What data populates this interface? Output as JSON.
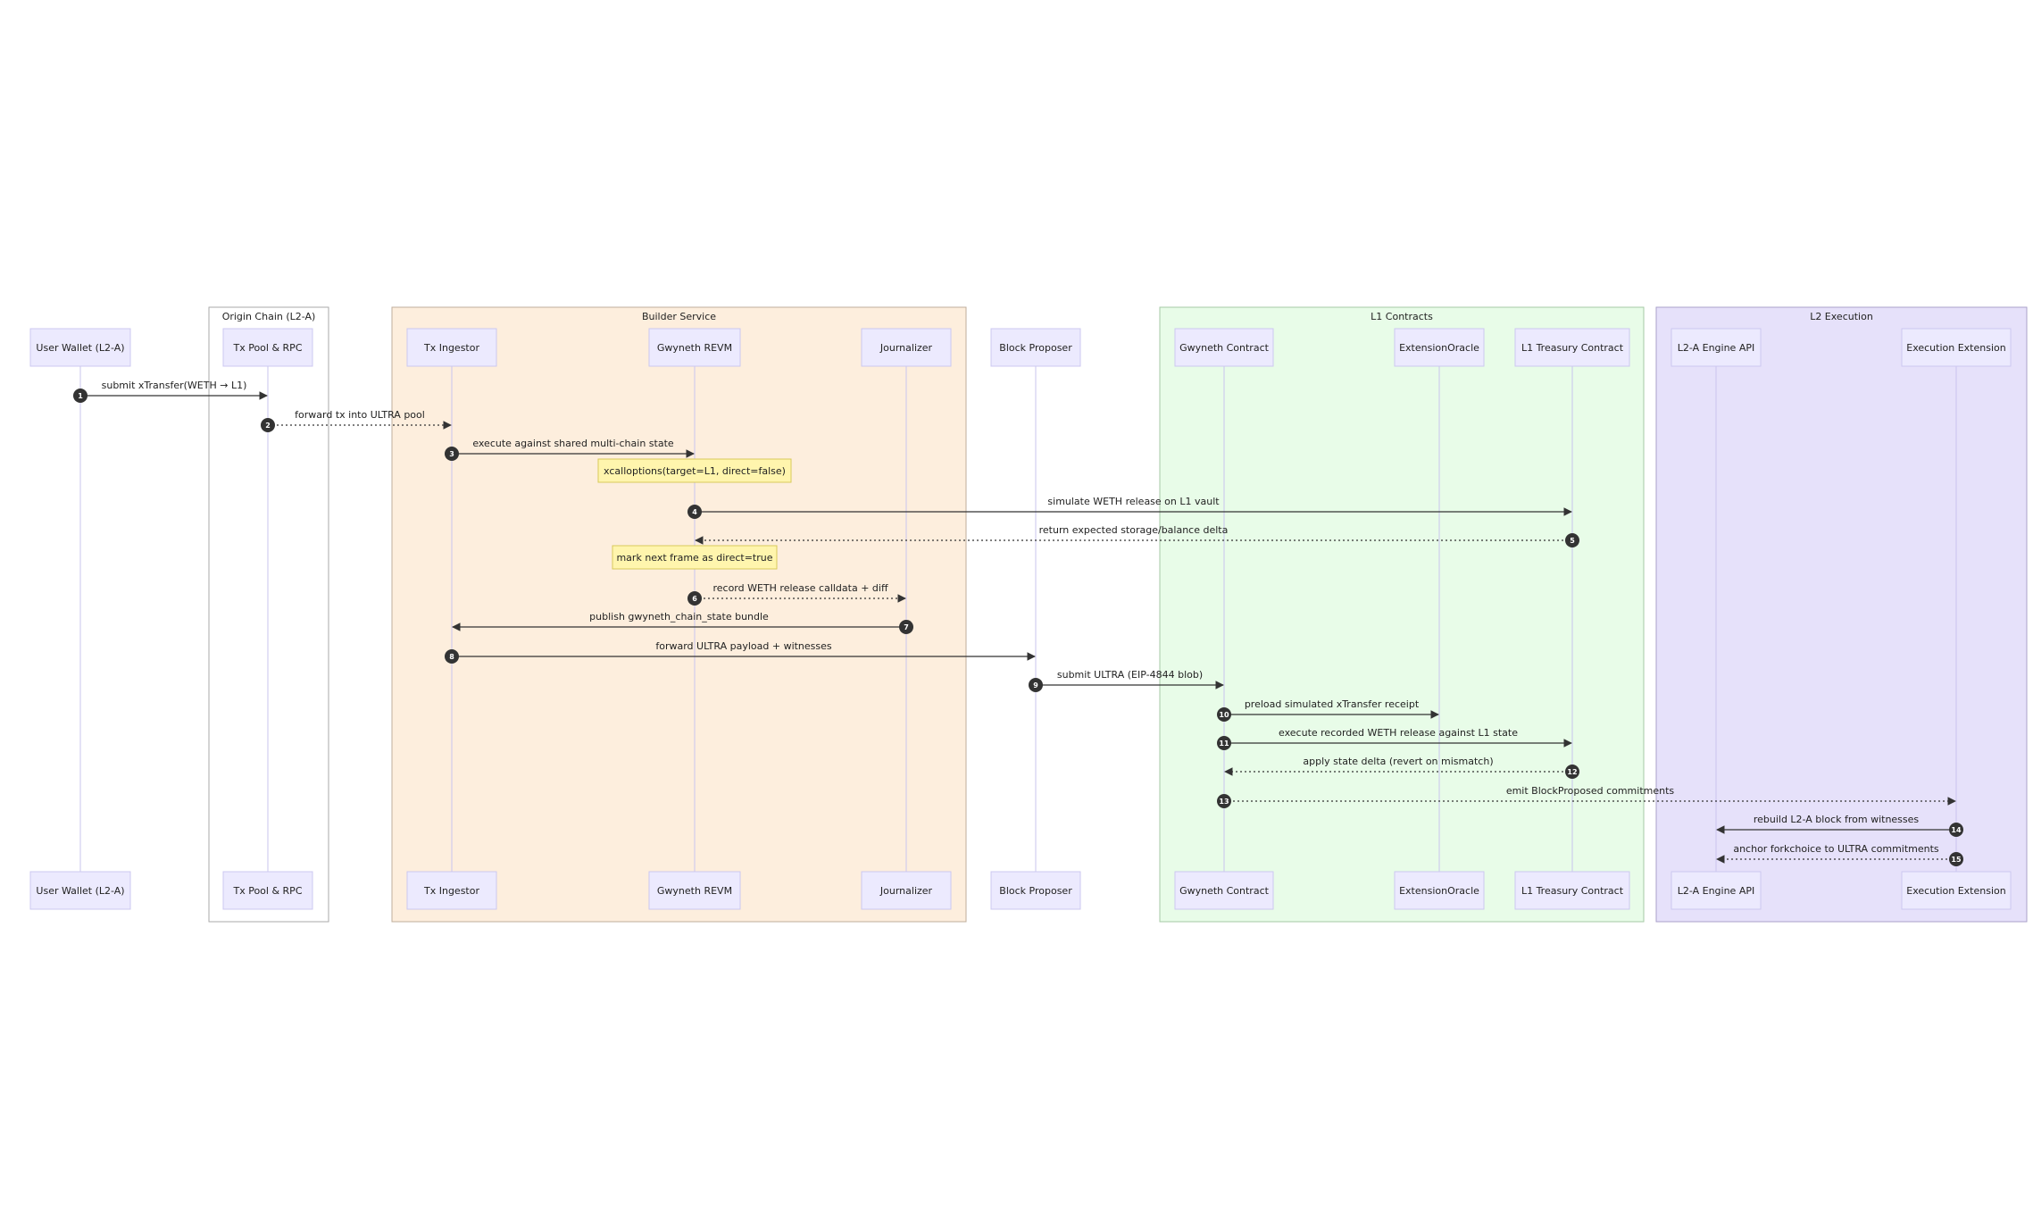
{
  "groups": [
    {
      "id": "origin",
      "title": "Origin Chain (L2-A)",
      "fill": "#ffffff",
      "stroke": "#aaaaaa"
    },
    {
      "id": "builder",
      "title": "Builder Service",
      "fill": "#fdeedd",
      "stroke": "#bfae9c"
    },
    {
      "id": "l1",
      "title": "L1 Contracts",
      "fill": "#e8fce8",
      "stroke": "#a6c9a6"
    },
    {
      "id": "l2",
      "title": "L2 Execution",
      "fill": "#e6e1fa",
      "stroke": "#a9a1c9"
    }
  ],
  "actors": [
    {
      "id": "wallet",
      "label": "User Wallet (L2-A)"
    },
    {
      "id": "txpool",
      "label": "Tx Pool & RPC"
    },
    {
      "id": "ingestor",
      "label": "Tx Ingestor"
    },
    {
      "id": "revm",
      "label": "Gwyneth REVM"
    },
    {
      "id": "journalizer",
      "label": "Journalizer"
    },
    {
      "id": "proposer",
      "label": "Block Proposer"
    },
    {
      "id": "gwyneth",
      "label": "Gwyneth Contract"
    },
    {
      "id": "oracle",
      "label": "ExtensionOracle"
    },
    {
      "id": "treasury",
      "label": "L1 Treasury Contract"
    },
    {
      "id": "engine",
      "label": "L2-A Engine API"
    },
    {
      "id": "extension",
      "label": "Execution Extension"
    }
  ],
  "messages": [
    {
      "num": "1",
      "from": "wallet",
      "to": "txpool",
      "label": "submit xTransfer(WETH → L1)",
      "style": "solid"
    },
    {
      "num": "2",
      "from": "txpool",
      "to": "ingestor",
      "label": "forward tx into ULTRA pool",
      "style": "dotted"
    },
    {
      "num": "3",
      "from": "ingestor",
      "to": "revm",
      "label": "execute against shared multi-chain state",
      "style": "solid"
    },
    {
      "num": "4",
      "from": "revm",
      "to": "treasury",
      "label": "simulate WETH release on L1 vault",
      "style": "solid"
    },
    {
      "num": "5",
      "from": "treasury",
      "to": "revm",
      "label": "return expected storage/balance delta",
      "style": "dotted"
    },
    {
      "num": "6",
      "from": "revm",
      "to": "journalizer",
      "label": "record WETH release calldata + diff",
      "style": "dotted"
    },
    {
      "num": "7",
      "from": "journalizer",
      "to": "ingestor",
      "label": "publish gwyneth_chain_state bundle",
      "style": "solid"
    },
    {
      "num": "8",
      "from": "ingestor",
      "to": "proposer",
      "label": "forward ULTRA payload + witnesses",
      "style": "solid"
    },
    {
      "num": "9",
      "from": "proposer",
      "to": "gwyneth",
      "label": "submit ULTRA (EIP-4844 blob)",
      "style": "solid"
    },
    {
      "num": "10",
      "from": "gwyneth",
      "to": "oracle",
      "label": "preload simulated xTransfer receipt",
      "style": "solid"
    },
    {
      "num": "11",
      "from": "gwyneth",
      "to": "treasury",
      "label": "execute recorded WETH release against L1 state",
      "style": "solid"
    },
    {
      "num": "12",
      "from": "treasury",
      "to": "gwyneth",
      "label": "apply state delta (revert on mismatch)",
      "style": "dotted"
    },
    {
      "num": "13",
      "from": "gwyneth",
      "to": "extension",
      "label": "emit BlockProposed commitments",
      "style": "dotted"
    },
    {
      "num": "14",
      "from": "extension",
      "to": "engine",
      "label": "rebuild L2-A block from witnesses",
      "style": "solid"
    },
    {
      "num": "15",
      "from": "extension",
      "to": "engine",
      "label": "anchor forkchoice to ULTRA commitments",
      "style": "dotted"
    }
  ],
  "notes": [
    {
      "label": "xcalloptions(target=L1, direct=false)"
    },
    {
      "label": "mark next frame as direct=true"
    }
  ],
  "colors": {
    "actor_fill": "#eceafe",
    "actor_stroke": "#ccc8f0",
    "lifeline": "#c9c4ee",
    "arrow": "#333333",
    "note_fill": "#fff5ad",
    "note_stroke": "#d8c95a",
    "seq_badge": "#333333"
  }
}
